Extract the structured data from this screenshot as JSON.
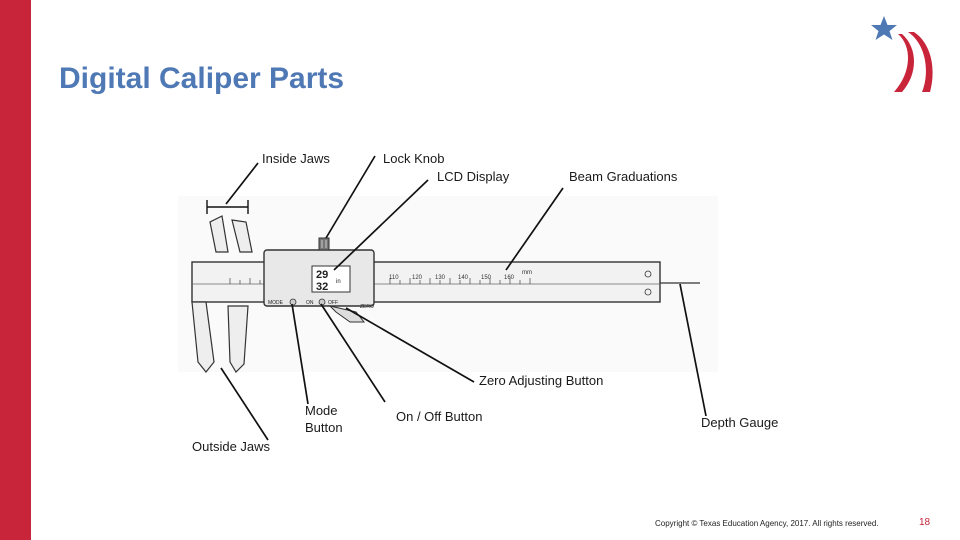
{
  "slide": {
    "title": "Digital Caliper Parts",
    "accent_color": "#c8253b",
    "title_color": "#4f79b5"
  },
  "logo": {
    "icon": "star-swoosh-logo"
  },
  "labels": {
    "inside_jaws": "Inside Jaws",
    "lock_knob": "Lock Knob",
    "lcd_display": "LCD Display",
    "beam_graduations": "Beam Graduations",
    "zero_adjusting_button": "Zero Adjusting Button",
    "mode_button": "Mode\nButton",
    "on_off_button": "On / Off Button",
    "depth_gauge": "Depth Gauge",
    "outside_jaws": "Outside Jaws"
  },
  "caliper": {
    "lcd_reading_top": "29",
    "lcd_reading_bottom": "32",
    "lcd_unit": "in",
    "button_mode": "MODE",
    "button_on": "ON",
    "button_off": "OFF",
    "button_zero": "ZERO",
    "scale_marks": [
      "110",
      "120",
      "130",
      "140",
      "150",
      "160"
    ],
    "scale_unit": "mm"
  },
  "footer": {
    "copyright": "Copyright © Texas Education Agency, 2017. All rights reserved.",
    "page_number": "18"
  }
}
